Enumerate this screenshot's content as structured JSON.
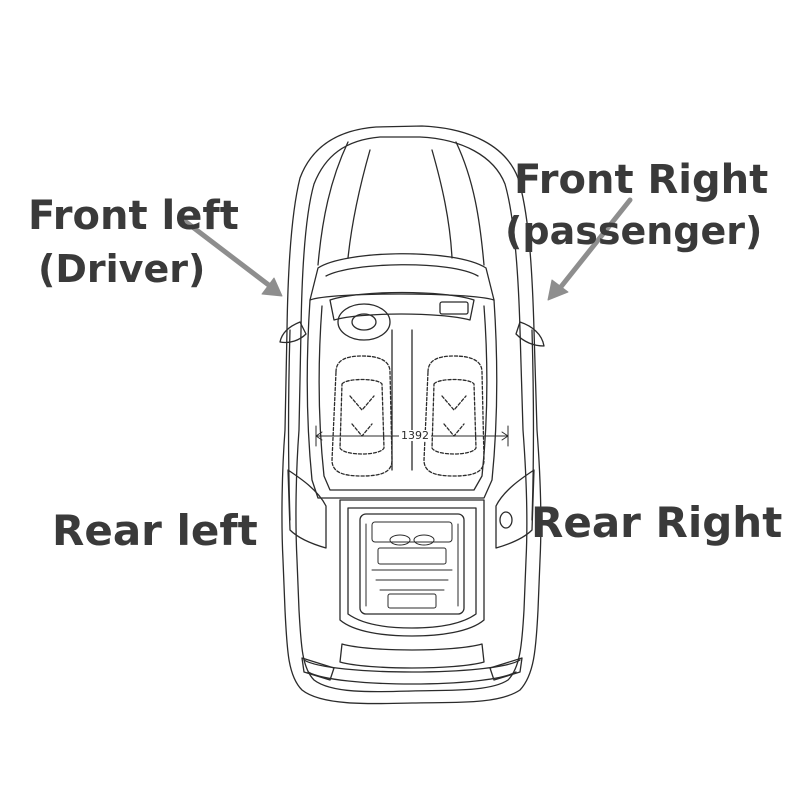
{
  "labels": {
    "front_left_line1": "Front left",
    "front_left_line2": "(Driver)",
    "front_right_line1": "Front Right",
    "front_right_line2": "(passenger)",
    "rear_left": "Rear left",
    "rear_right": "Rear Right"
  },
  "dimension": "1392",
  "colors": {
    "label_text": "#3a3a3a",
    "arrow": "#8e8e8e",
    "outline": "#2b2b2b"
  }
}
